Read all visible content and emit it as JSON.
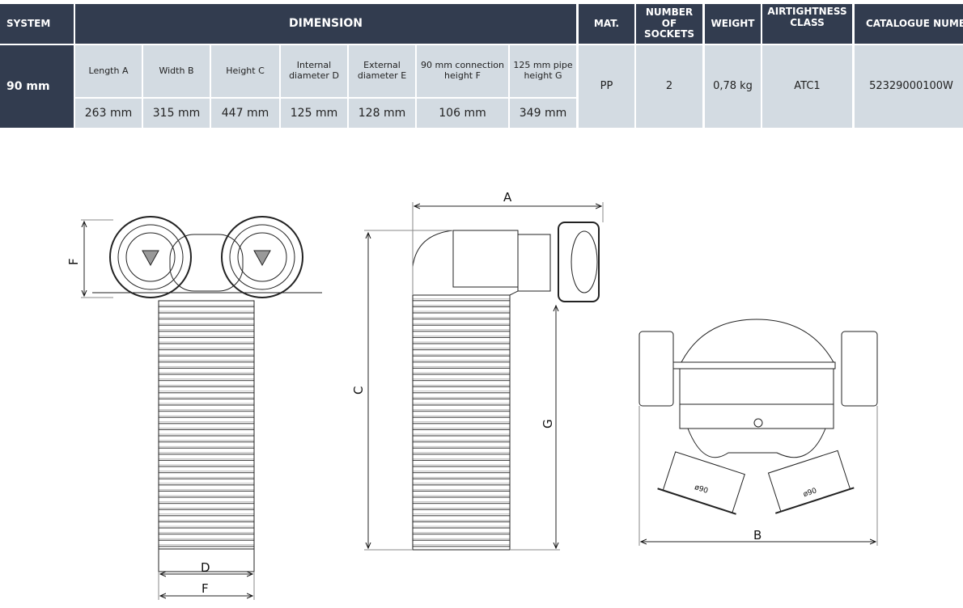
{
  "table": {
    "headers": {
      "system": "SYSTEM",
      "dimension": "DIMENSION",
      "mat": "MAT.",
      "sockets": "NUMBER OF SOCKETS",
      "weight": "WEIGHT",
      "airtightness": "AIRTIGHTNESS CLASS",
      "catalogue": "CATALOGUE NUMBER"
    },
    "dimension_columns": [
      {
        "label": "Length A",
        "value": "263 mm"
      },
      {
        "label": "Width B",
        "value": "315 mm"
      },
      {
        "label": "Height C",
        "value": "447 mm"
      },
      {
        "label": "Internal diameter D",
        "value": "125 mm"
      },
      {
        "label": "External diameter E",
        "value": "128 mm"
      },
      {
        "label": "90 mm connection height F",
        "value": "106 mm"
      },
      {
        "label": "125 mm pipe height G",
        "value": "349 mm"
      }
    ],
    "row": {
      "system": "90 mm",
      "mat": "PP",
      "sockets": "2",
      "weight": "0,78 kg",
      "airtightness": "ATC1",
      "catalogue": "52329000100W"
    }
  },
  "drawing": {
    "labels": {
      "A": "A",
      "B": "B",
      "C": "C",
      "D": "D",
      "F": "F",
      "G": "G"
    },
    "socket_marking": "ø90"
  }
}
